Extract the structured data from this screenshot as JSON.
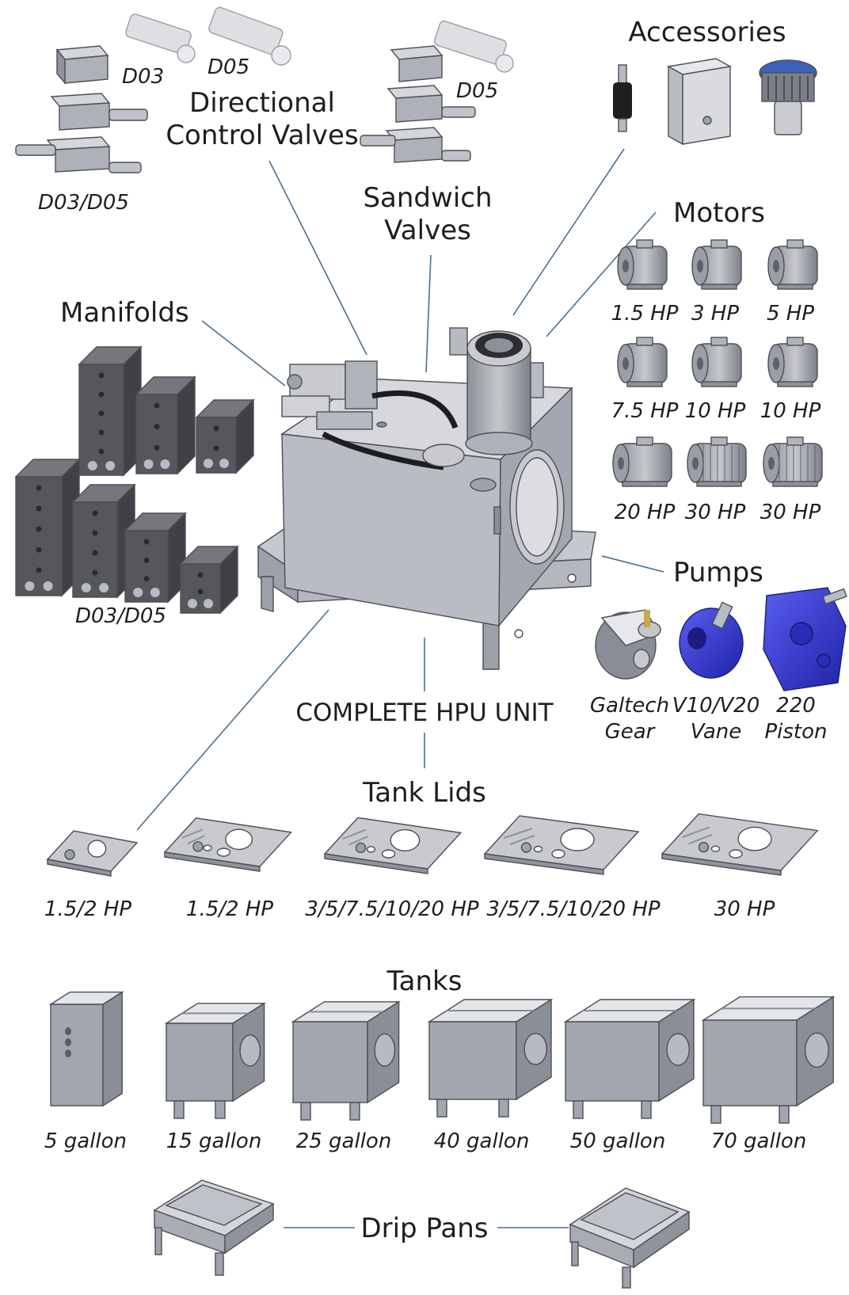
{
  "headings": {
    "accessories": "Accessories",
    "directional": "Directional\nControl Valves",
    "sandwich": "Sandwich\nValves",
    "motors": "Motors",
    "manifolds": "Manifolds",
    "pumps": "Pumps",
    "complete": "COMPLETE HPU UNIT",
    "tank_lids": "Tank Lids",
    "tanks": "Tanks",
    "drip_pans": "Drip Pans"
  },
  "valve_labels": {
    "d03": "D03",
    "d05_a": "D05",
    "d03_d05": "D03/D05",
    "d05_b": "D05"
  },
  "manifold_label": "D03/D05",
  "motor_labels": [
    "1.5 HP",
    "3 HP",
    "5 HP",
    "7.5 HP",
    "10 HP",
    "10 HP",
    "20 HP",
    "30 HP",
    "30 HP"
  ],
  "pump_labels": [
    {
      "line1": "Galtech",
      "line2": "Gear"
    },
    {
      "line1": "V10/V20",
      "line2": "Vane"
    },
    {
      "line1": "220",
      "line2": "Piston"
    }
  ],
  "lid_labels": [
    "1.5/2 HP",
    "1.5/2 HP",
    "3/5/7.5/10/20 HP",
    "3/5/7.5/10/20 HP",
    "30 HP"
  ],
  "tank_labels": [
    "5 gallon",
    "15 gallon",
    "25 gallon",
    "40 gallon",
    "50 gallon",
    "70 gallon"
  ],
  "colors": {
    "leader_line": "#4d6f8f",
    "metal_light": "#c9cbd1",
    "metal_mid": "#a7aab2",
    "metal_dark": "#7b7f88",
    "manifold": "#55575d",
    "pump_blue": "#2f33d6",
    "text": "#1e1e1e"
  },
  "icons": {
    "accessories": [
      "vibration-isolator-icon",
      "electrical-box-icon",
      "breather-cap-icon"
    ],
    "pumps": [
      "gear-pump-icon",
      "vane-pump-icon",
      "piston-pump-icon"
    ]
  }
}
